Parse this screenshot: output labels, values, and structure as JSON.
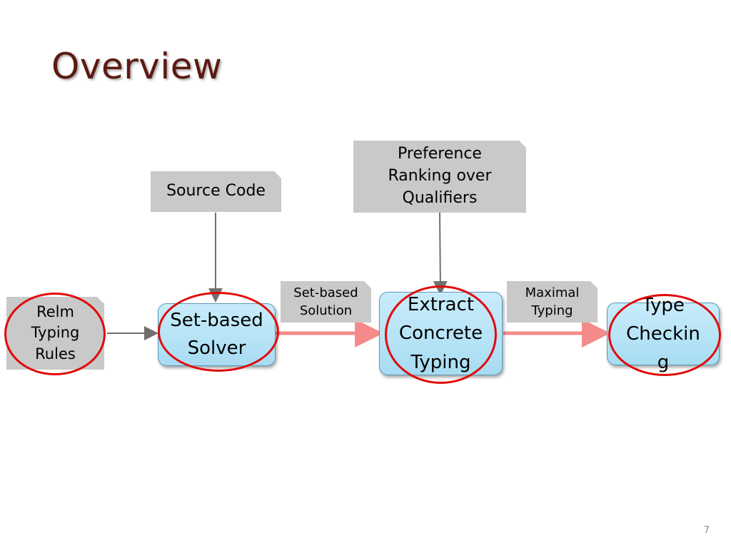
{
  "slide": {
    "title": "Overview",
    "page_number": "7"
  },
  "nodes": {
    "relm_rules": {
      "line1": "Relm",
      "line2": "Typing",
      "line3": "Rules"
    },
    "source_code": {
      "label": "Source Code"
    },
    "preference": {
      "line1": "Preference",
      "line2": "Ranking over",
      "line3": "Qualifiers"
    },
    "solver": {
      "line1": "Set-based",
      "line2": "Solver"
    },
    "extract": {
      "line1": "Extract",
      "line2": "Concrete",
      "line3": "Typing"
    },
    "type_checking": {
      "line1": "Type",
      "line2": "Checkin",
      "line3": "g"
    }
  },
  "edge_labels": {
    "solution": {
      "line1": "Set-based",
      "line2": "Solution"
    },
    "maximal": {
      "line1": "Maximal",
      "line2": "Typing"
    }
  },
  "colors": {
    "title": "#5b1a12",
    "note_fill": "#c9c9c9",
    "process_fill": "#b5e3f6",
    "highlight_ring": "#e10a0a",
    "main_arrow": "#f58a8a",
    "input_arrow": "#707070"
  }
}
